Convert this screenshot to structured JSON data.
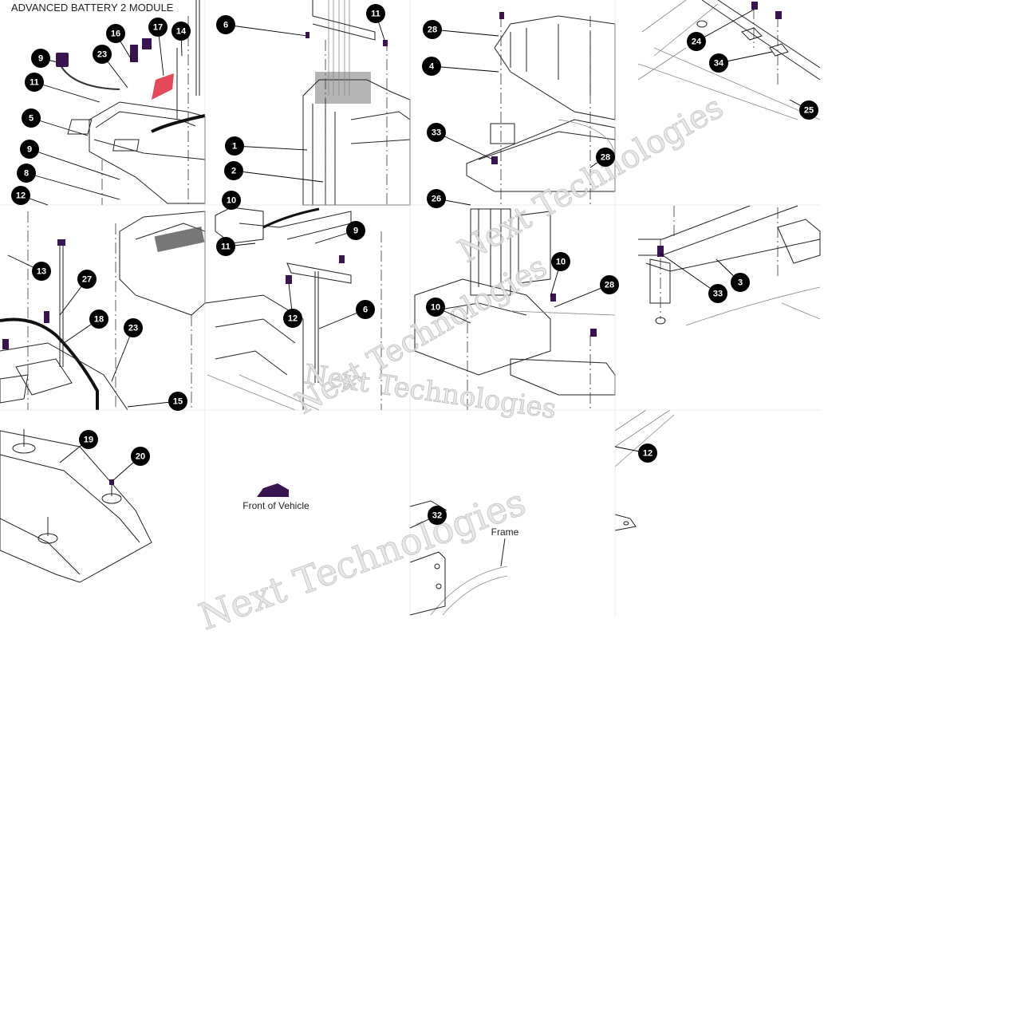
{
  "title": "ADVANCED BATTERY 2 MODULE",
  "labels": {
    "front_of_vehicle": "Front of Vehicle",
    "frame": "Frame"
  },
  "watermark": [
    "Next Technologies",
    "Next Technologies",
    "Next Technologies",
    "Next Technologies"
  ],
  "colors": {
    "callout": "#000000",
    "callout_text": "#ffffff",
    "line_art": "#222222",
    "accent_red": "#e0283c",
    "accent_purple": "#3a1450"
  },
  "callouts": [
    {
      "n": "16"
    },
    {
      "n": "17"
    },
    {
      "n": "14"
    },
    {
      "n": "9"
    },
    {
      "n": "23"
    },
    {
      "n": "11"
    },
    {
      "n": "5"
    },
    {
      "n": "9"
    },
    {
      "n": "8"
    },
    {
      "n": "12"
    },
    {
      "n": "6"
    },
    {
      "n": "11"
    },
    {
      "n": "1"
    },
    {
      "n": "2"
    },
    {
      "n": "10"
    },
    {
      "n": "28"
    },
    {
      "n": "4"
    },
    {
      "n": "33"
    },
    {
      "n": "28"
    },
    {
      "n": "26"
    },
    {
      "n": "24"
    },
    {
      "n": "34"
    },
    {
      "n": "25"
    },
    {
      "n": "13"
    },
    {
      "n": "27"
    },
    {
      "n": "18"
    },
    {
      "n": "23"
    },
    {
      "n": "15"
    },
    {
      "n": "11"
    },
    {
      "n": "9"
    },
    {
      "n": "12"
    },
    {
      "n": "6"
    },
    {
      "n": "10"
    },
    {
      "n": "28"
    },
    {
      "n": "10"
    },
    {
      "n": "33"
    },
    {
      "n": "3"
    },
    {
      "n": "19"
    },
    {
      "n": "20"
    },
    {
      "n": "32"
    },
    {
      "n": "12"
    }
  ]
}
